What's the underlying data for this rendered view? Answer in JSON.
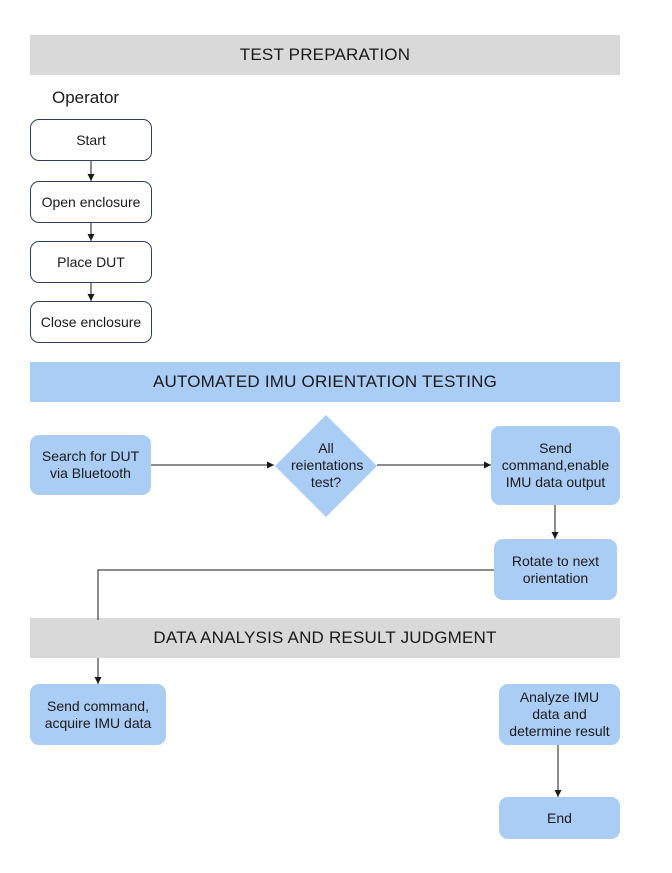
{
  "sections": {
    "test_preparation": "TEST PREPARATION",
    "automated_testing": "AUTOMATED IMU ORIENTATION TESTING",
    "data_analysis": "DATA ANALYSIS AND RESULT JUDGMENT"
  },
  "lane_label": "Operator",
  "steps": {
    "start": "Start",
    "open_enclosure": "Open enclosure",
    "place_dut": "Place DUT",
    "close_enclosure": "Close enclosure",
    "search_dut": "Search for DUT via Bluetooth",
    "decision": "All reientations test?",
    "send_enable": "Send command,enable IMU data output",
    "rotate": "Rotate to next orientation",
    "acquire": "Send command, acquire IMU data",
    "analyze": "Analyze IMU data and determine result",
    "end": "End"
  },
  "colors": {
    "gray_band": "#d9d9d9",
    "blue_fill": "#a9cdf5",
    "box_border": "#2e3f5e",
    "line": "#1a1a1a"
  }
}
